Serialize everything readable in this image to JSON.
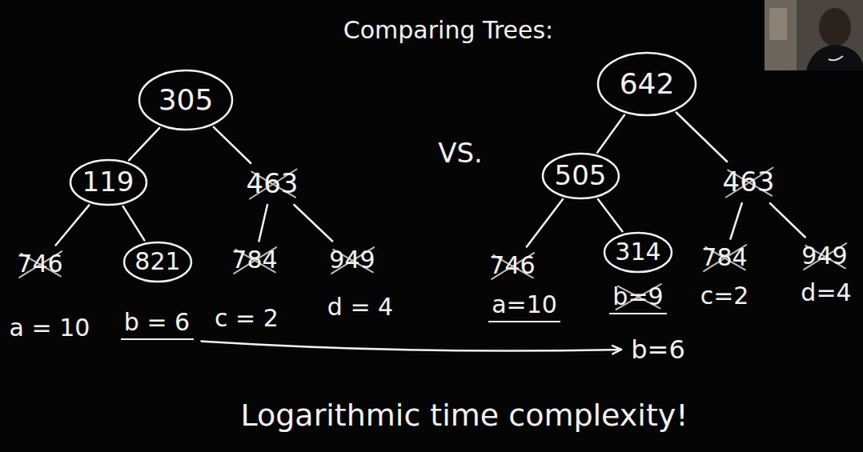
{
  "diagram": {
    "title": "Comparing Trees:",
    "caption": "Logarithmic time complexity!",
    "nodes": [
      {
        "text": [
          "305"
        ]
      },
      {
        "text": [
          "119"
        ]
      },
      {
        "text": [
          "463"
        ]
      },
      {
        "text": [
          "746"
        ]
      },
      {
        "text": [
          "821"
        ]
      },
      {
        "text": [
          "784"
        ]
      },
      {
        "text": [
          "949"
        ]
      },
      {
        "text": [
          "642"
        ]
      },
      {
        "text": [
          "505"
        ]
      },
      {
        "text": [
          "463"
        ]
      },
      {
        "text": [
          "746"
        ]
      },
      {
        "text": [
          "314"
        ]
      },
      {
        "text": [
          "784"
        ]
      },
      {
        "text": [
          "949"
        ]
      }
    ],
    "edges": [
      {
        "from": 0,
        "to": 1,
        "arrow": "none"
      },
      {
        "from": 0,
        "to": 2,
        "arrow": "none"
      },
      {
        "from": 1,
        "to": 3,
        "arrow": "none"
      },
      {
        "from": 1,
        "to": 4,
        "arrow": "none"
      },
      {
        "from": 2,
        "to": 5,
        "arrow": "none"
      },
      {
        "from": 2,
        "to": 6,
        "arrow": "none"
      },
      {
        "from": 7,
        "to": 8,
        "arrow": "none"
      },
      {
        "from": 7,
        "to": 9,
        "arrow": "none"
      },
      {
        "from": 8,
        "to": 10,
        "arrow": "none"
      },
      {
        "from": 8,
        "to": 11,
        "arrow": "none"
      },
      {
        "from": 9,
        "to": 12,
        "arrow": "none"
      },
      {
        "from": 9,
        "to": 13,
        "arrow": "none"
      }
    ],
    "labels": [
      "VS.",
      "a = 10",
      "b = 6",
      "c = 2",
      "d = 4",
      "a=10",
      "b=9",
      "c=2",
      "d=4",
      "b=6"
    ]
  }
}
